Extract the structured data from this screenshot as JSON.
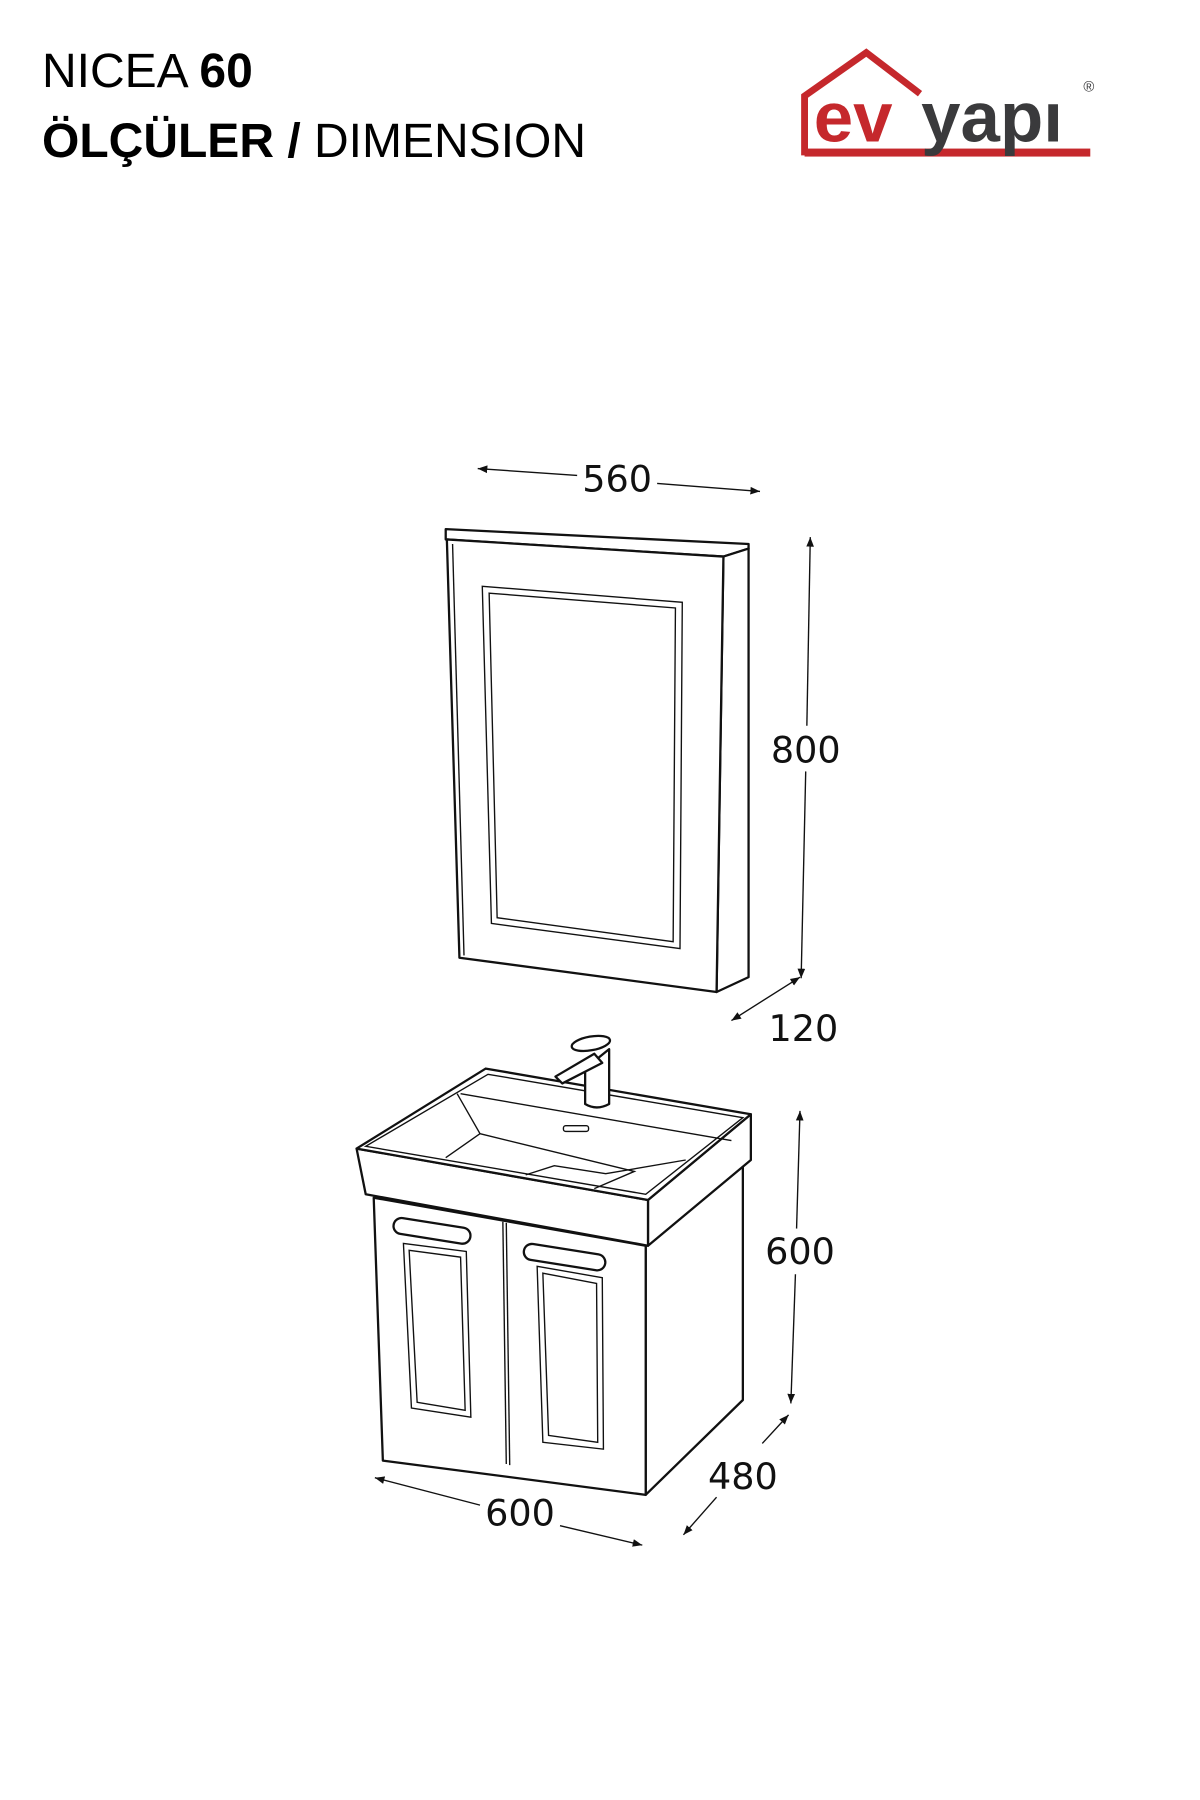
{
  "header": {
    "model_name": "NICEA",
    "model_size": "60",
    "subtitle_tr": "ÖLÇÜLER",
    "subtitle_sep": "/",
    "subtitle_en": "DIMENSION"
  },
  "logo": {
    "text_red": "ev",
    "text_dark": "yapı",
    "registered": "®",
    "colors": {
      "red": "#c5282c",
      "dark": "#3a3a3c"
    }
  },
  "mirror_cabinet": {
    "width_label": "560",
    "height_label": "800",
    "depth_label": "120"
  },
  "vanity": {
    "height_label": "600",
    "depth_label": "480",
    "width_label": "600"
  }
}
